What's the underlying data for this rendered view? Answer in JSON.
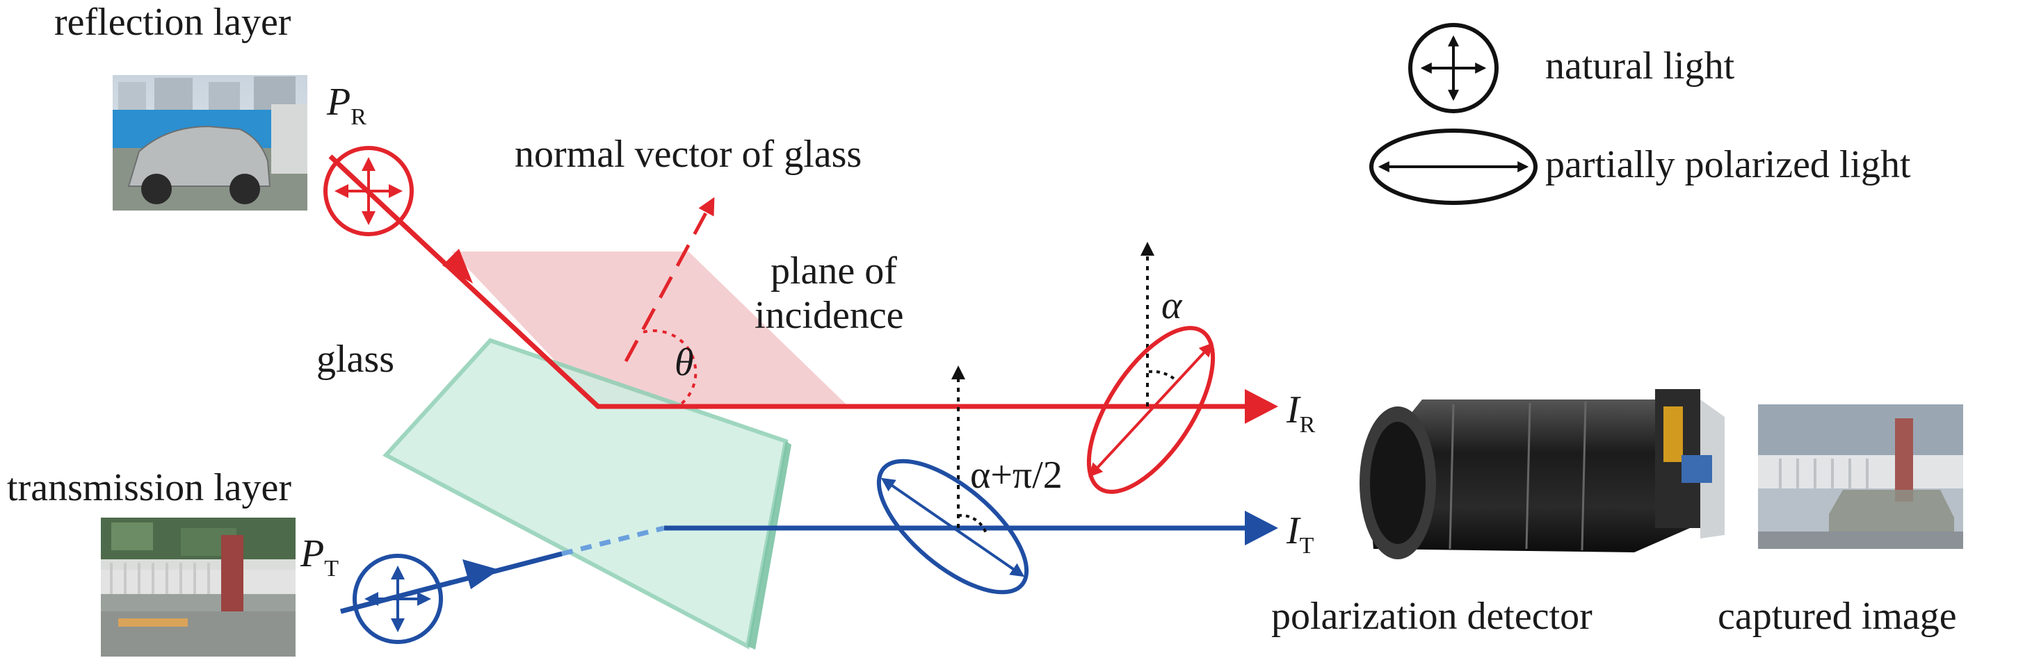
{
  "colors": {
    "reflection": "#e3242b",
    "transmission": "#1f4ea3",
    "plane": "#f2c7c9",
    "glass_fill": "#cfeee2",
    "glass_edge": "#8fd0b4",
    "axis": "#111111"
  },
  "labels": {
    "reflection_layer": "reflection layer",
    "transmission_layer": "transmission layer",
    "normal_vector": "normal vector of glass",
    "plane_line1": "plane of",
    "plane_line2": "incidence",
    "glass": "glass",
    "theta": "θ",
    "alpha": "α",
    "alpha_pi2": "α+π/2",
    "P_R_main": "P",
    "P_R_sub": "R",
    "P_T_main": "P",
    "P_T_sub": "T",
    "I_R_main": "I",
    "I_R_sub": "R",
    "I_T_main": "I",
    "I_T_sub": "T",
    "detector": "polarization detector",
    "captured": "captured image"
  },
  "legend": {
    "natural": "natural light",
    "partial": "partially polarized light"
  },
  "icons": {
    "natural": "four-way-arrow-circle-icon",
    "partial": "double-arrow-ellipse-icon"
  }
}
